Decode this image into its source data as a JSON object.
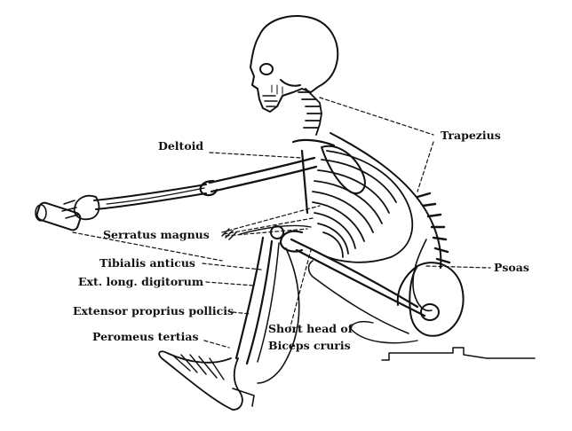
{
  "labels": {
    "deltoid": "Deltoid",
    "trapezius": "Trapezius",
    "serratus_magnus": "Serratus magnus",
    "psoas": "Psoas",
    "tibialis_anticus": "Tibialis anticus",
    "ext_long_digitorum": "Ext. long. digitorum",
    "extensor_proprius_pollicis": "Extensor proprius pollicis",
    "peromeus_tertias": "Peromeus tertias",
    "short_head_line1": "Short head of",
    "short_head_line2": "Biceps cruris"
  },
  "colors": {
    "ink": "#111111",
    "muscle": "#1a1a1a",
    "background": "#ffffff"
  }
}
